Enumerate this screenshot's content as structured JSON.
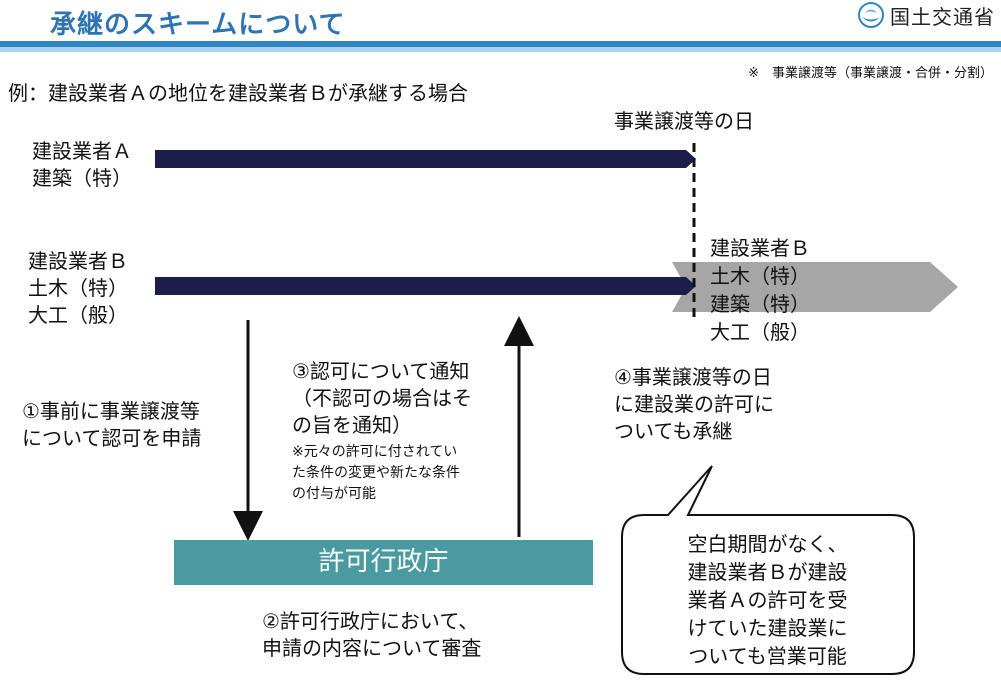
{
  "header": {
    "title": "承継のスキームについて",
    "logo_text": "国土交通省"
  },
  "note": "※　事業譲渡等（事業譲渡・合併・分割）",
  "example": "例：建設業者Ａの地位を建設業者Ｂが承継する場合",
  "event_label": "事業譲渡等の日",
  "company_a": [
    "建設業者Ａ",
    "建築（特）"
  ],
  "company_b": [
    "建設業者Ｂ",
    "土木（特）",
    "大工（般）"
  ],
  "company_b_after": [
    "建設業者Ｂ",
    "土木（特）",
    "建築（特）",
    "大工（般）"
  ],
  "step1": [
    "①事前に事業譲渡等",
    "について認可を申請"
  ],
  "step3": [
    "③認可について通知",
    "（不認可の場合はそ",
    "の旨を通知）"
  ],
  "step3_note": [
    "※元々の許可に付されてい",
    "た条件の変更や新たな条件",
    "の付与が可能"
  ],
  "step4": [
    "④事業譲渡等の日",
    "に建設業の許可に",
    "ついても承継"
  ],
  "agency": "許可行政庁",
  "step2": [
    "②許可行政庁において、",
    "申請の内容について審査"
  ],
  "bubble": [
    "空白期間がなく、",
    "建設業者Ｂが建設",
    "業者Ａの許可を受",
    "けていた建設業に",
    "ついても営業可能"
  ],
  "colors": {
    "title": "#2e74b5",
    "band": "#2e86c1",
    "timeline": "#1b1d4a",
    "inherit_arrow": "#a6a6a6",
    "agency": "#4a9aa2"
  }
}
